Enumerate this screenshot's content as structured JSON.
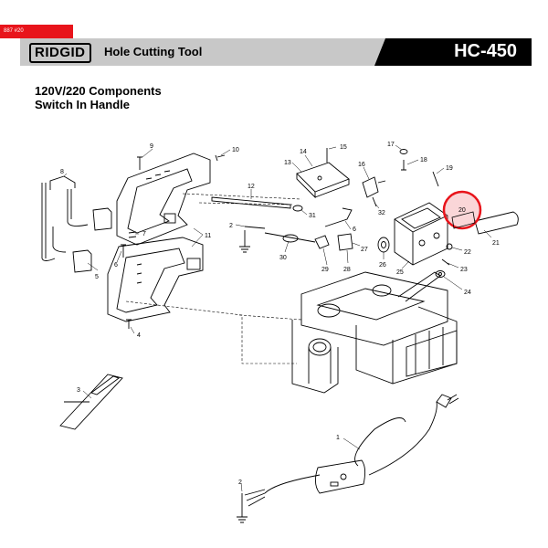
{
  "header": {
    "tag_text": "887 #20",
    "brand": "RIDGID",
    "tool_name": "Hole Cutting Tool",
    "model": "HC-450"
  },
  "section": {
    "line1": "120V/220 Components",
    "line2": "Switch In Handle"
  },
  "colors": {
    "tag_red": "#e8141b",
    "header_grey": "#c8c8c8",
    "highlight_red": "#e8141b",
    "highlight_fill": "#f08a8f"
  },
  "parts": [
    {
      "id": "p8",
      "text": "8"
    },
    {
      "id": "p9",
      "text": "9"
    },
    {
      "id": "p10",
      "text": "10"
    },
    {
      "id": "p5",
      "text": "5"
    },
    {
      "id": "p7",
      "text": "7"
    },
    {
      "id": "p6a",
      "text": "6"
    },
    {
      "id": "p4",
      "text": "4"
    },
    {
      "id": "p11",
      "text": "11"
    },
    {
      "id": "p12",
      "text": "12"
    },
    {
      "id": "p2a",
      "text": "2"
    },
    {
      "id": "p13",
      "text": "13"
    },
    {
      "id": "p14",
      "text": "14"
    },
    {
      "id": "p15",
      "text": "15"
    },
    {
      "id": "p16",
      "text": "16"
    },
    {
      "id": "p31",
      "text": "31"
    },
    {
      "id": "p32",
      "text": "32"
    },
    {
      "id": "p6b",
      "text": "6"
    },
    {
      "id": "p30",
      "text": "30"
    },
    {
      "id": "p29",
      "text": "29"
    },
    {
      "id": "p28",
      "text": "28"
    },
    {
      "id": "p27",
      "text": "27"
    },
    {
      "id": "p26",
      "text": "26"
    },
    {
      "id": "p25",
      "text": "25"
    },
    {
      "id": "p17",
      "text": "17"
    },
    {
      "id": "p18",
      "text": "18"
    },
    {
      "id": "p19",
      "text": "19"
    },
    {
      "id": "p20",
      "text": "20"
    },
    {
      "id": "p21",
      "text": "21"
    },
    {
      "id": "p22",
      "text": "22"
    },
    {
      "id": "p23",
      "text": "23"
    },
    {
      "id": "p24",
      "text": "24"
    },
    {
      "id": "p3",
      "text": "3"
    },
    {
      "id": "p1",
      "text": "1"
    },
    {
      "id": "p2b",
      "text": "2"
    }
  ]
}
